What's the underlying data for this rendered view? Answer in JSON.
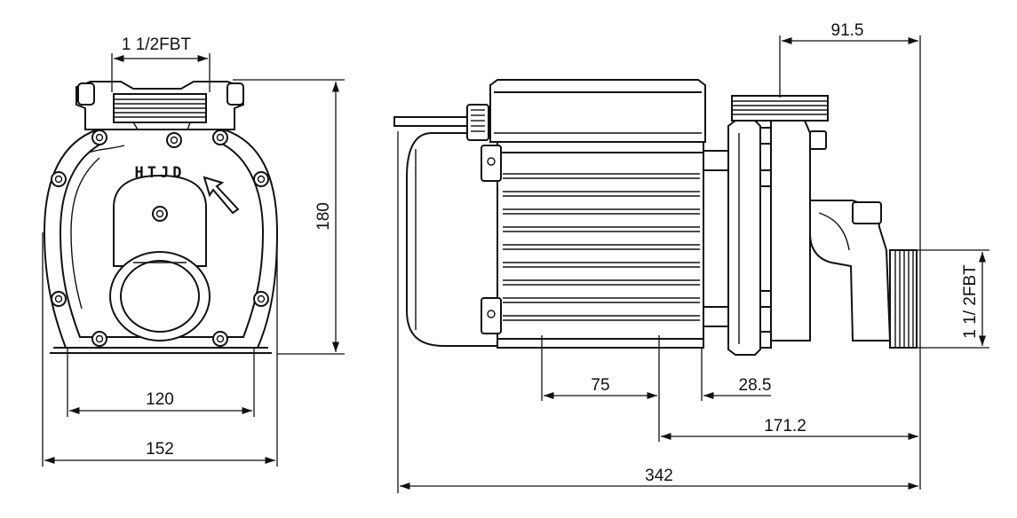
{
  "front_view": {
    "brand_mark": "HTJD",
    "port_thread_label": "1 1/2FBT",
    "height_label": "180",
    "foot_width_label": "120",
    "overall_width_label": "152"
  },
  "side_view": {
    "top_offset_label": "91.5",
    "port_thread_label": "1 1/ 2FBT",
    "mount_spacing_label": "75",
    "flange_offset_label": "28.5",
    "mount_to_end_label": "171.2",
    "overall_length_label": "342"
  }
}
